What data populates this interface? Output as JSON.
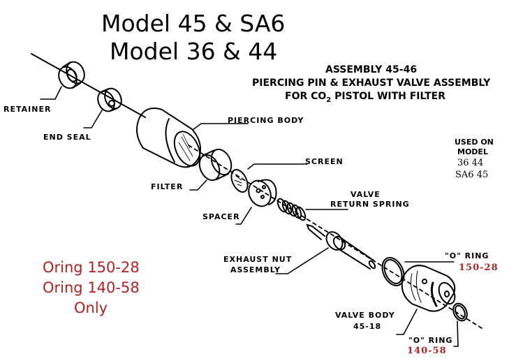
{
  "title": {
    "line1": "Model 45 & SA6",
    "line2": "Model 36 & 44"
  },
  "header": {
    "line1": "ASSEMBLY 45-46",
    "line2": "PIERCING PIN & EXHAUST VALVE ASSEMBLY",
    "line3_pre": "FOR CO",
    "line3_sub": "2",
    "line3_post": " PISTOL WITH FILTER"
  },
  "used_on": {
    "label1": "USED ON",
    "label2": "MODEL",
    "models_row1": "36 44",
    "models_row2": "SA6 45"
  },
  "parts": {
    "retainer": "RETAINER",
    "end_seal": "END SEAL",
    "piercing_body": "PIERCING BODY",
    "filter": "FILTER",
    "screen": "SCREEN",
    "spacer": "SPACER",
    "valve_return_spring_1": "VALVE",
    "valve_return_spring_2": "RETURN SPRING",
    "exhaust_nut_1": "EXHAUST NUT",
    "exhaust_nut_2": "ASSEMBLY",
    "o_ring_top": "\"O\" RING",
    "o_ring_top_num": "150-28",
    "valve_body_1": "VALVE BODY",
    "valve_body_2": "45-18",
    "o_ring_bottom": "\"O\" RING",
    "o_ring_bottom_num": "140-58"
  },
  "note": {
    "line1": "Oring 150-28",
    "line2": "Oring 140-58",
    "line3": "Only"
  },
  "colors": {
    "ink": "#000000",
    "accent_red": "#b22222",
    "background": "#ffffff"
  }
}
